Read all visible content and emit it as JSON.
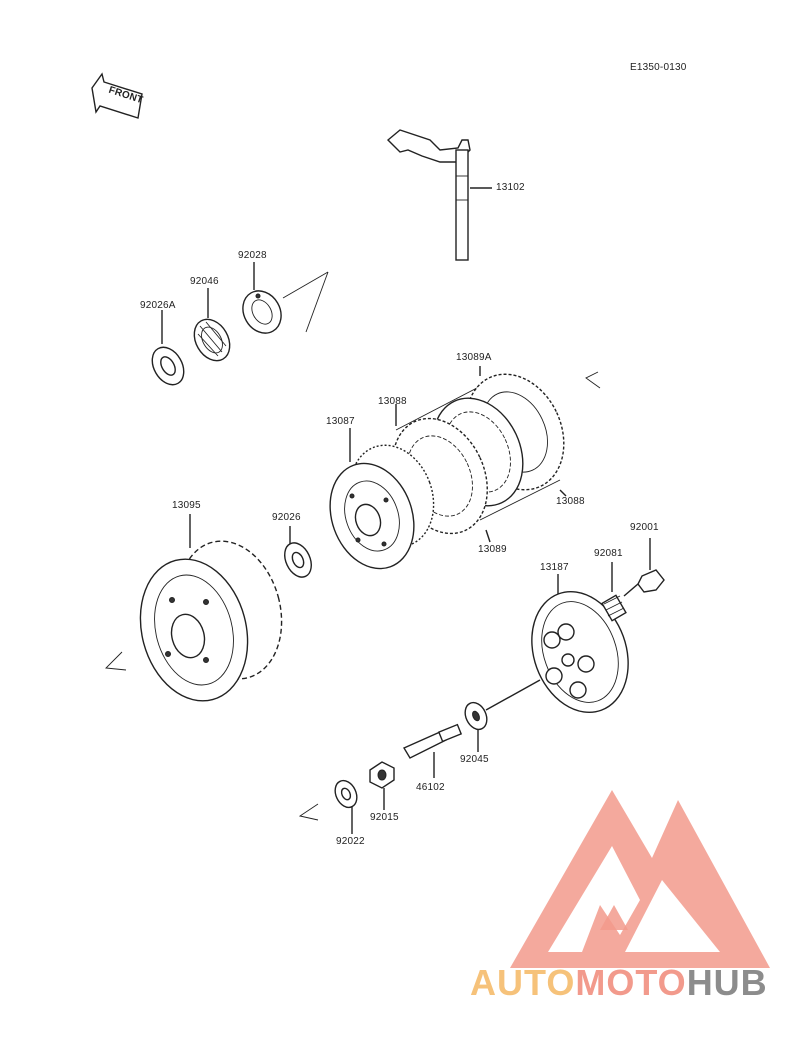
{
  "diagram_code": "E1350-0130",
  "front_label": "FRONT",
  "parts": {
    "p13102": "13102",
    "p92028": "92028",
    "p92046": "92046",
    "p92026A": "92026A",
    "p13089A": "13089A",
    "p13088_top": "13088",
    "p13087": "13087",
    "p13088_right": "13088",
    "p13089": "13089",
    "p13095": "13095",
    "p92026": "92026",
    "p92001": "92001",
    "p92081": "92081",
    "p13187": "13187",
    "p92045": "92045",
    "p46102": "46102",
    "p92015": "92015",
    "p92022": "92022"
  },
  "watermark": {
    "part1": "AUTO",
    "part2": "MOTO",
    "part3": "HUB",
    "colors": {
      "auto": "#f6c27a",
      "moto": "#f29a8c",
      "hub": "#8c8c8c",
      "logo": "#f29a8c"
    }
  }
}
